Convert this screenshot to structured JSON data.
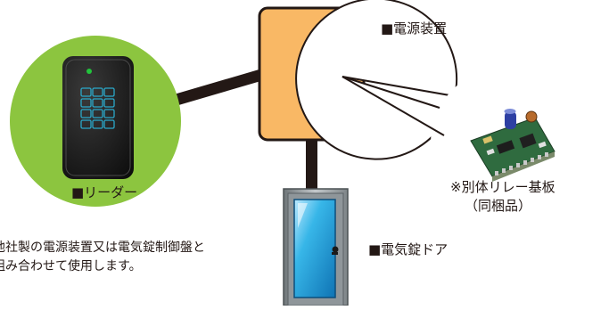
{
  "labels": {
    "power_supply": "■電源装置",
    "reader": "■リーダー",
    "door": "■電気錠ドア",
    "relay_line1": "※別体リレー基板",
    "relay_line2": "（同梱品）"
  },
  "note": {
    "line1": "他社製の電源装置又は電気錠制御盤と",
    "line2": "組み合わせて使用します。"
  },
  "colors": {
    "reader_circle": "#8cc53f",
    "power_box": "#f9b865",
    "door_glass": "#37b6e8",
    "door_frame": "#9aa0a4",
    "cable": "#231815"
  },
  "icons": {
    "reader": "keypad-reader-icon",
    "relay": "relay-board-icon"
  }
}
